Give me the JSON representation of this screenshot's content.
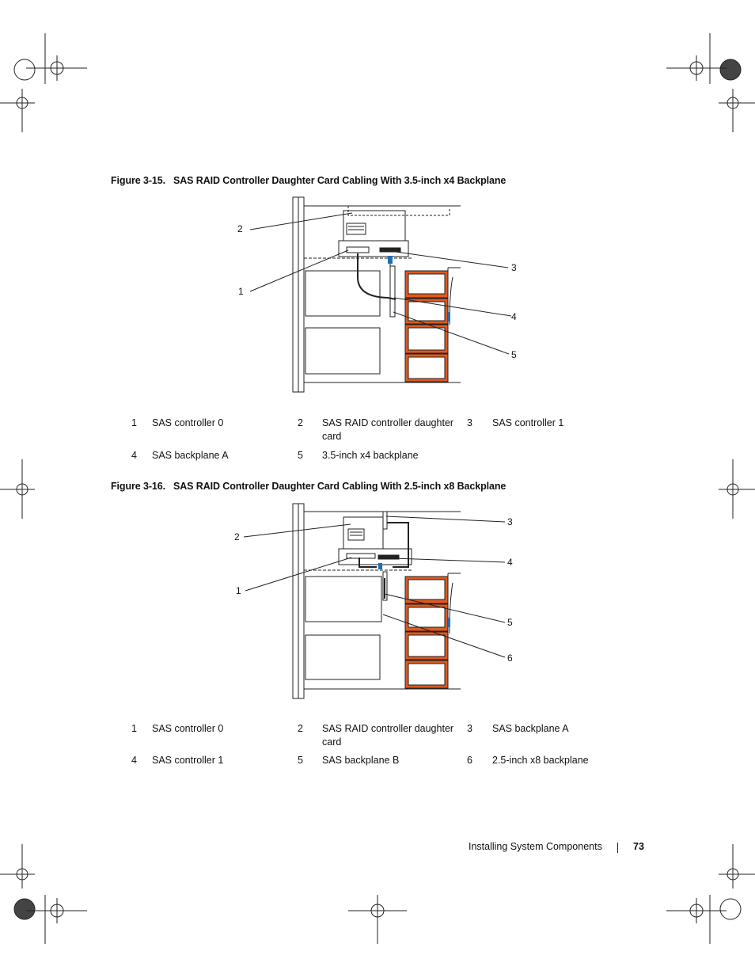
{
  "figures": [
    {
      "number": "Figure 3-15.",
      "title": "SAS RAID Controller Daughter Card Cabling With 3.5-inch x4 Backplane",
      "callouts": [
        "1",
        "2",
        "3",
        "4",
        "5"
      ],
      "legend": [
        {
          "n": "1",
          "label": "SAS controller 0"
        },
        {
          "n": "2",
          "label": "SAS RAID controller daughter card"
        },
        {
          "n": "3",
          "label": "SAS controller 1"
        },
        {
          "n": "4",
          "label": "SAS backplane A"
        },
        {
          "n": "5",
          "label": "3.5-inch x4 backplane"
        }
      ]
    },
    {
      "number": "Figure 3-16.",
      "title": "SAS RAID Controller Daughter Card Cabling With 2.5-inch x8 Backplane",
      "callouts": [
        "1",
        "2",
        "3",
        "4",
        "5",
        "6"
      ],
      "legend": [
        {
          "n": "1",
          "label": "SAS controller 0"
        },
        {
          "n": "2",
          "label": "SAS RAID controller daughter card"
        },
        {
          "n": "3",
          "label": "SAS backplane A"
        },
        {
          "n": "4",
          "label": "SAS controller 1"
        },
        {
          "n": "5",
          "label": "SAS backplane B"
        },
        {
          "n": "6",
          "label": "2.5-inch x8 backplane"
        }
      ]
    }
  ],
  "footer": {
    "section": "Installing System Components",
    "page": "73"
  },
  "colors": {
    "drive_bay": "#e05a1e",
    "connector": "#1f6fb5"
  }
}
